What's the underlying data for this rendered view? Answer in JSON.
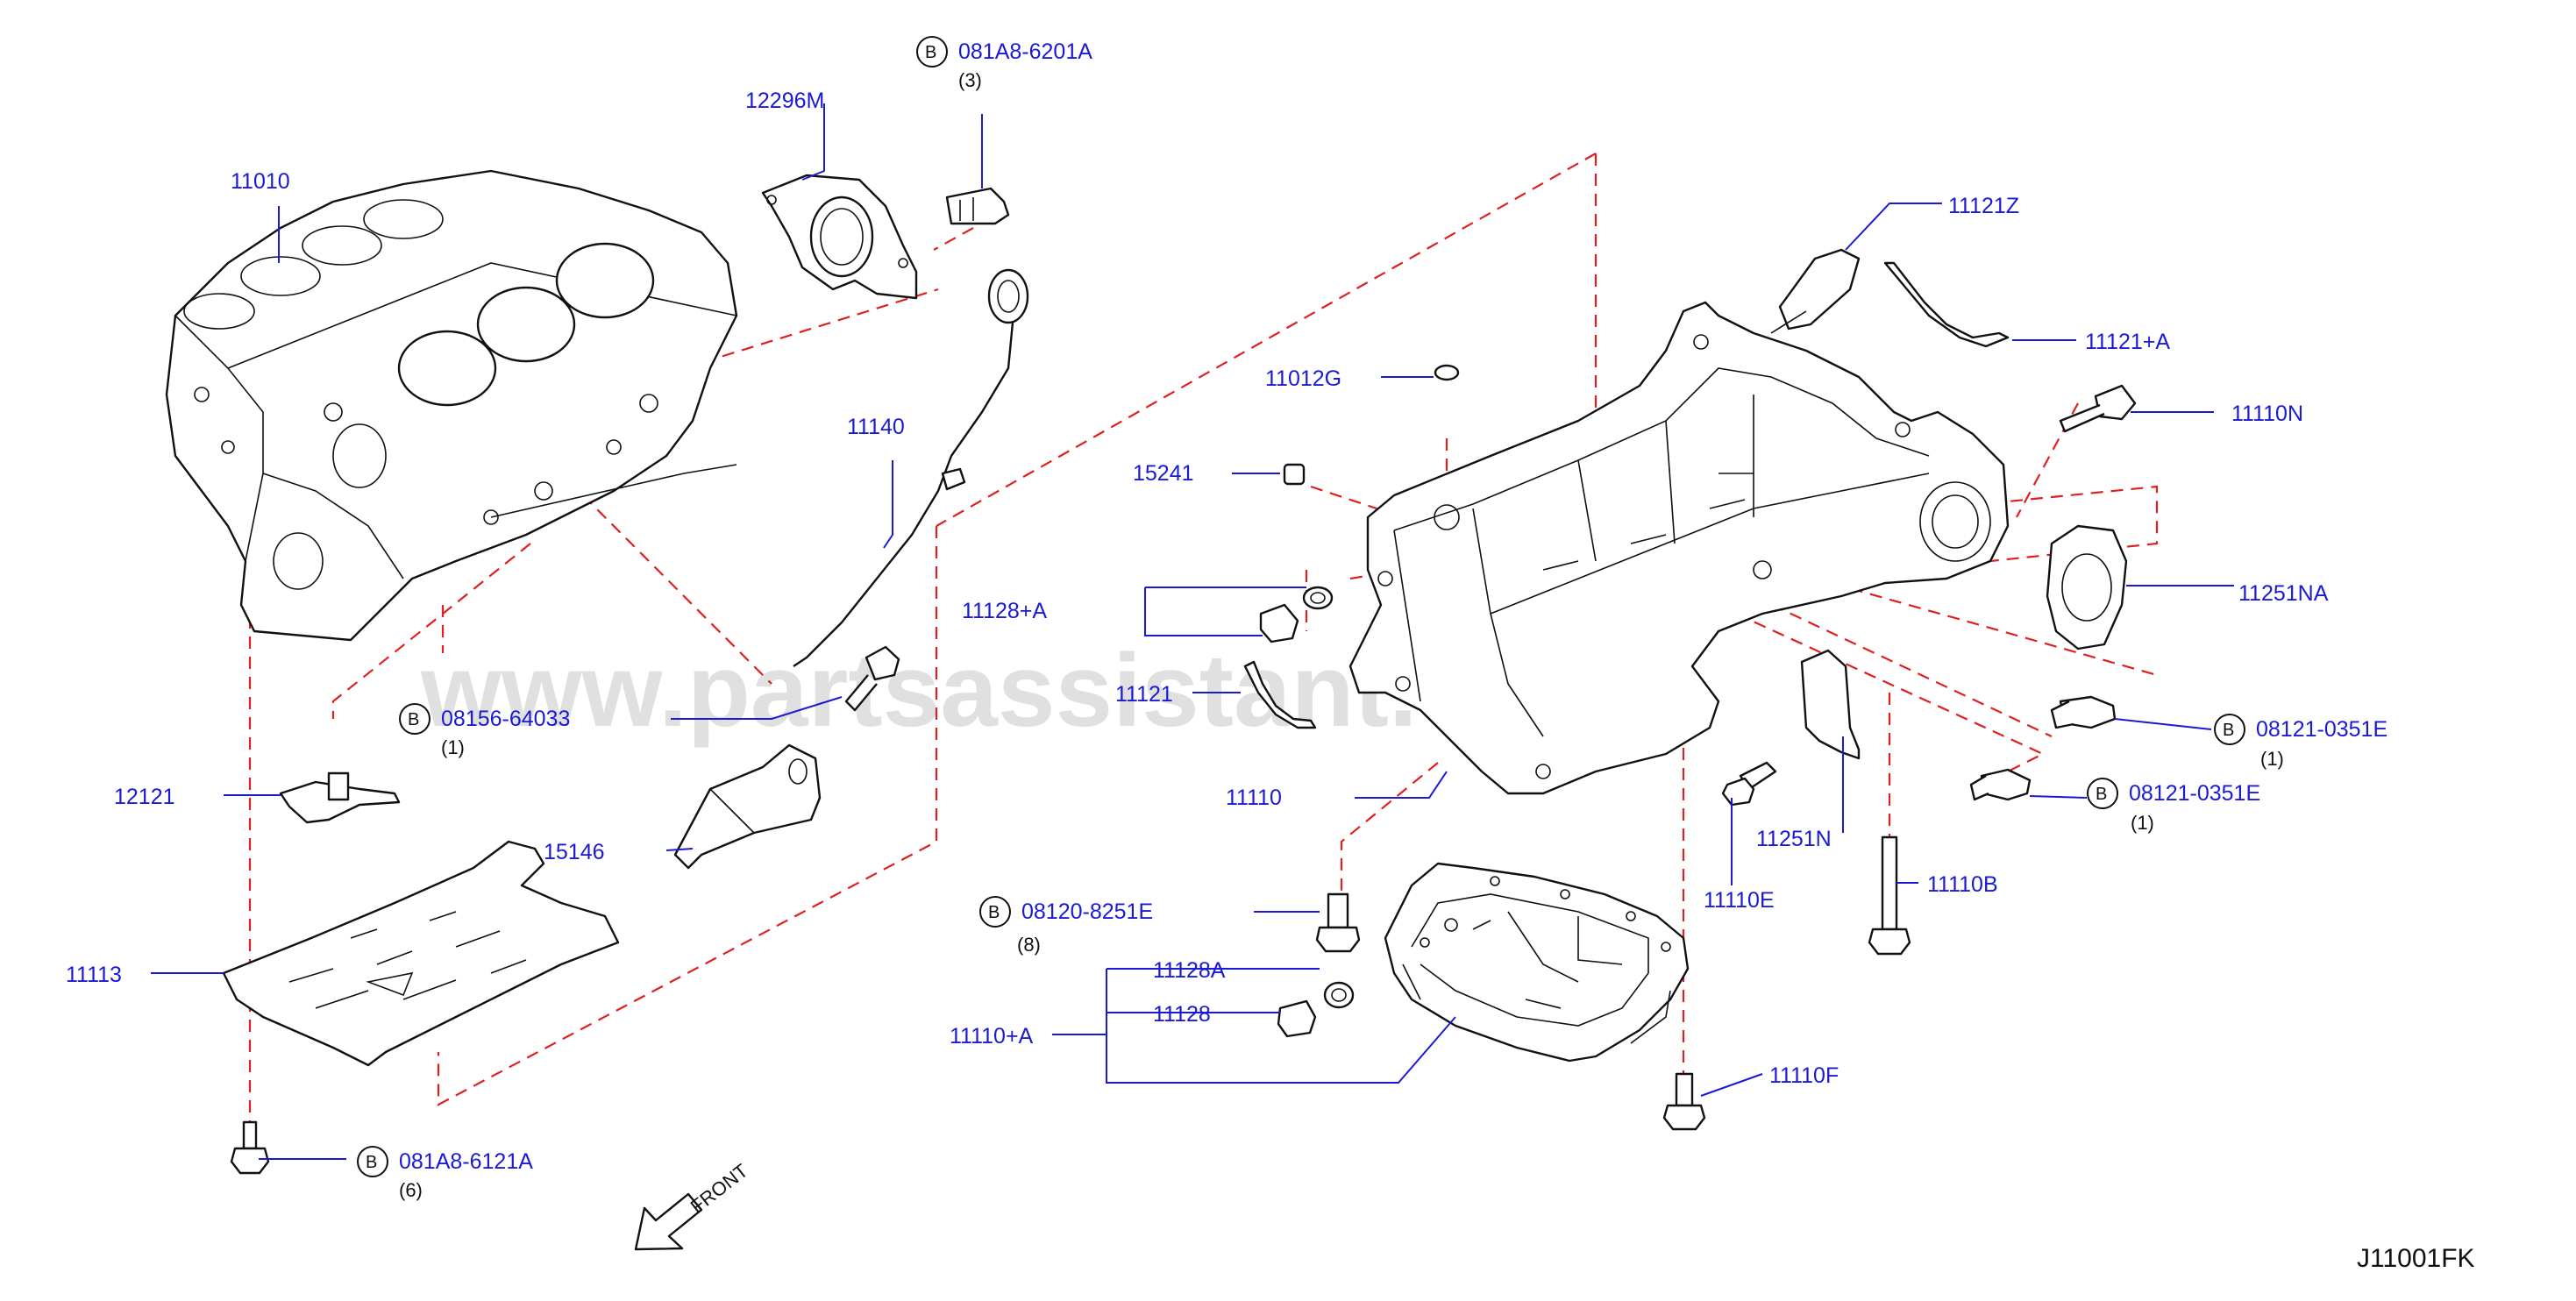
{
  "watermark": "www.partsassistant.com",
  "diagram_code": "J11001FK",
  "front_label": "FRONT",
  "bolt_symbol": "B",
  "parts": {
    "p11010": "11010",
    "p12296M": "12296M",
    "p081A8_6201A": "081A8-6201A",
    "q081A8_6201A": "(3)",
    "p11140": "11140",
    "p08156_64033": "08156-64033",
    "q08156_64033": "(1)",
    "p12121": "12121",
    "p15146": "15146",
    "p11113": "11113",
    "p081A8_6121A": "081A8-6121A",
    "q081A8_6121A": "(6)",
    "p11121Z": "11121Z",
    "p11121A": "11121+A",
    "p11012G": "11012G",
    "p15241": "15241",
    "p11110N": "11110N",
    "p11128A_plus": "11128+A",
    "p11251NA": "11251NA",
    "p11121": "11121",
    "p08121_0351E_a": "08121-0351E",
    "q08121_0351E_a": "(1)",
    "p08121_0351E_b": "08121-0351E",
    "q08121_0351E_b": "(1)",
    "p11110": "11110",
    "p11251N": "11251N",
    "p08120_8251E": "08120-8251E",
    "q08120_8251E": "(8)",
    "p11110E": "11110E",
    "p11110B": "11110B",
    "p11128A": "11128A",
    "p11128": "11128",
    "p11110A_plus": "11110+A",
    "p11110F": "11110F"
  }
}
